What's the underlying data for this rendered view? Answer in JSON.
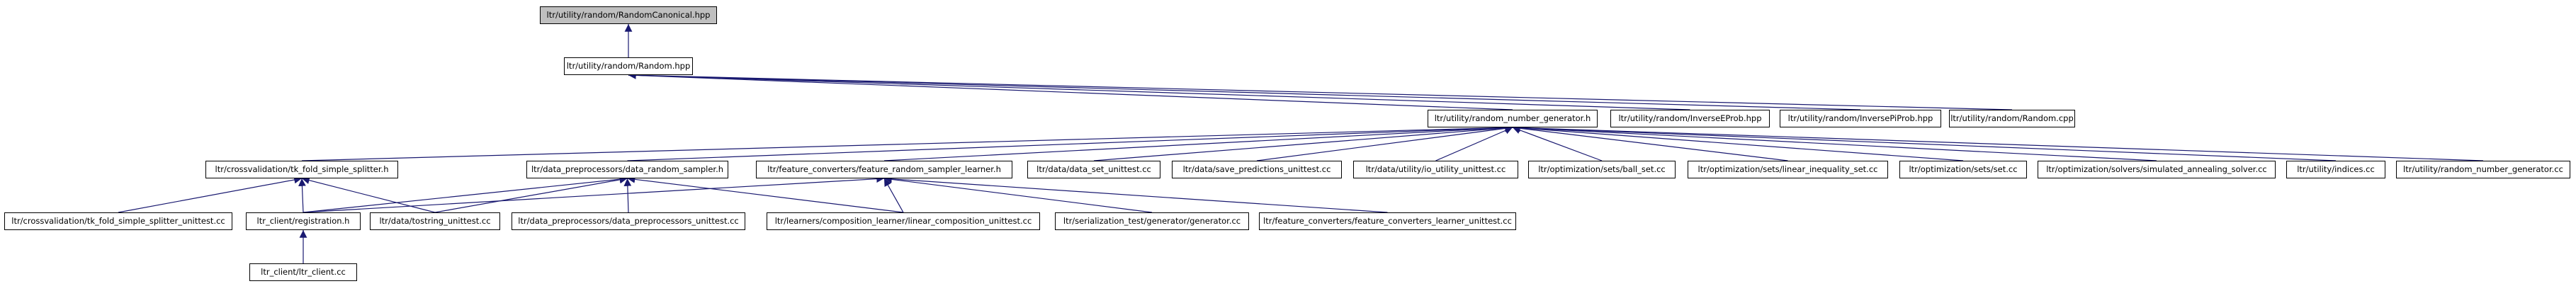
{
  "graph": {
    "nodes": [
      {
        "id": "n0",
        "label": "ltr/utility/random/RandomCanonical.hpp",
        "root": true
      },
      {
        "id": "n1",
        "label": "ltr/utility/random/Random.hpp"
      },
      {
        "id": "n2",
        "label": "ltr/utility/random_number_generator.h"
      },
      {
        "id": "n3",
        "label": "ltr/utility/random/InverseEProb.hpp"
      },
      {
        "id": "n4",
        "label": "ltr/utility/random/InversePiProb.hpp"
      },
      {
        "id": "n5",
        "label": "ltr/utility/random/Random.cpp"
      },
      {
        "id": "n6",
        "label": "ltr/crossvalidation/tk_fold_simple_splitter.h"
      },
      {
        "id": "n7",
        "label": "ltr/data_preprocessors/data_random_sampler.h"
      },
      {
        "id": "n8",
        "label": "ltr/feature_converters/feature_random_sampler_learner.h"
      },
      {
        "id": "n9",
        "label": "ltr/data/data_set_unittest.cc"
      },
      {
        "id": "n10",
        "label": "ltr/data/save_predictions_unittest.cc"
      },
      {
        "id": "n11",
        "label": "ltr/data/utility/io_utility_unittest.cc"
      },
      {
        "id": "n12",
        "label": "ltr/optimization/sets/ball_set.cc"
      },
      {
        "id": "n13",
        "label": "ltr/optimization/sets/linear_inequality_set.cc"
      },
      {
        "id": "n14",
        "label": "ltr/optimization/sets/set.cc"
      },
      {
        "id": "n15",
        "label": "ltr/optimization/solvers/simulated_annealing_solver.cc"
      },
      {
        "id": "n16",
        "label": "ltr/utility/indices.cc"
      },
      {
        "id": "n17",
        "label": "ltr/utility/random_number_generator.cc"
      },
      {
        "id": "n18",
        "label": "ltr/crossvalidation/tk_fold_simple_splitter_unittest.cc"
      },
      {
        "id": "n19",
        "label": "ltr_client/registration.h"
      },
      {
        "id": "n20",
        "label": "ltr/data/tostring_unittest.cc"
      },
      {
        "id": "n21",
        "label": "ltr/data_preprocessors/data_preprocessors_unittest.cc"
      },
      {
        "id": "n22",
        "label": "ltr/learners/composition_learner/linear_composition_unittest.cc"
      },
      {
        "id": "n23",
        "label": "ltr/serialization_test/generator/generator.cc"
      },
      {
        "id": "n24",
        "label": "ltr/feature_converters/feature_converters_learner_unittest.cc"
      },
      {
        "id": "n25",
        "label": "ltr_client/ltr_client.cc"
      }
    ],
    "edges": [
      [
        "n1",
        "n0"
      ],
      [
        "n2",
        "n1"
      ],
      [
        "n3",
        "n1"
      ],
      [
        "n4",
        "n1"
      ],
      [
        "n5",
        "n1"
      ],
      [
        "n6",
        "n2"
      ],
      [
        "n7",
        "n2"
      ],
      [
        "n8",
        "n2"
      ],
      [
        "n9",
        "n2"
      ],
      [
        "n10",
        "n2"
      ],
      [
        "n11",
        "n2"
      ],
      [
        "n12",
        "n2"
      ],
      [
        "n13",
        "n2"
      ],
      [
        "n14",
        "n2"
      ],
      [
        "n15",
        "n2"
      ],
      [
        "n16",
        "n2"
      ],
      [
        "n17",
        "n2"
      ],
      [
        "n18",
        "n6"
      ],
      [
        "n19",
        "n6"
      ],
      [
        "n20",
        "n6"
      ],
      [
        "n19",
        "n7"
      ],
      [
        "n20",
        "n7"
      ],
      [
        "n21",
        "n7"
      ],
      [
        "n22",
        "n7"
      ],
      [
        "n19",
        "n8"
      ],
      [
        "n22",
        "n8"
      ],
      [
        "n23",
        "n8"
      ],
      [
        "n24",
        "n8"
      ],
      [
        "n25",
        "n19"
      ]
    ],
    "colors": {
      "edge": "#191970",
      "root_fill": "#bfbfbf",
      "node_border": "#000000"
    }
  }
}
